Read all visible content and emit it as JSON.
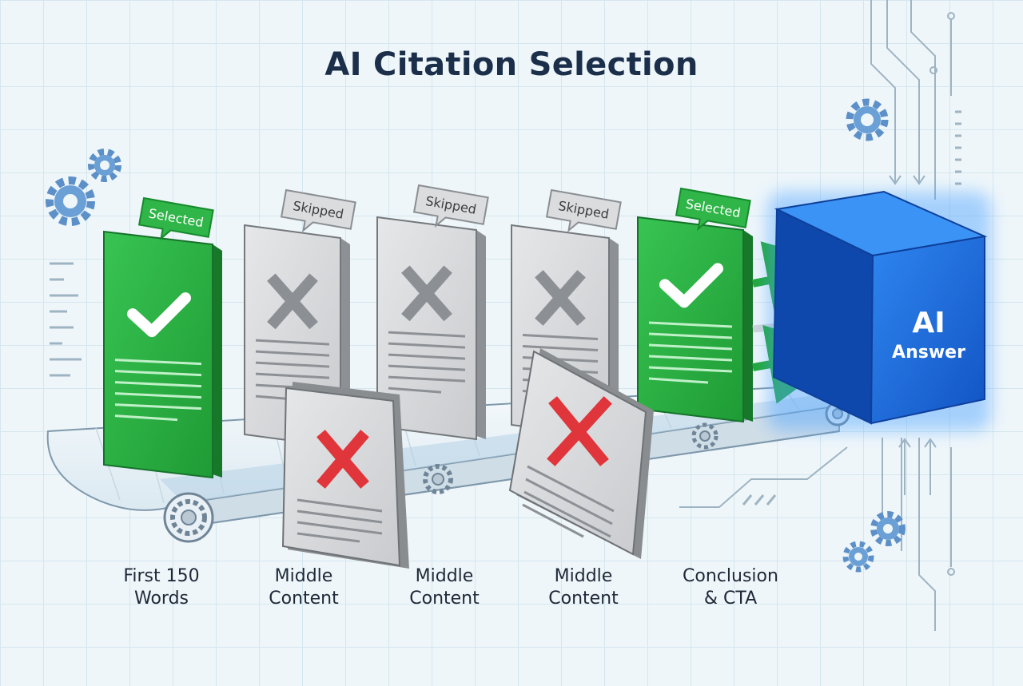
{
  "title": "AI Citation Selection",
  "colors": {
    "selected": "#22a83b",
    "skipped_card": "#d2d4d6",
    "rejected_mark": "#e0353a",
    "ai_box": "#1565d8",
    "background": "#eef6fa"
  },
  "tags": {
    "selected": "Selected",
    "skipped": "Skipped"
  },
  "ai_box": {
    "line1": "AI",
    "line2": "Answer"
  },
  "stages": [
    {
      "line1": "First 150",
      "line2": "Words",
      "status": "selected"
    },
    {
      "line1": "Middle",
      "line2": "Content",
      "status": "skipped"
    },
    {
      "line1": "Middle",
      "line2": "Content",
      "status": "skipped"
    },
    {
      "line1": "Middle",
      "line2": "Content",
      "status": "skipped"
    },
    {
      "line1": "Conclusion",
      "line2": "& CTA",
      "status": "selected"
    }
  ]
}
